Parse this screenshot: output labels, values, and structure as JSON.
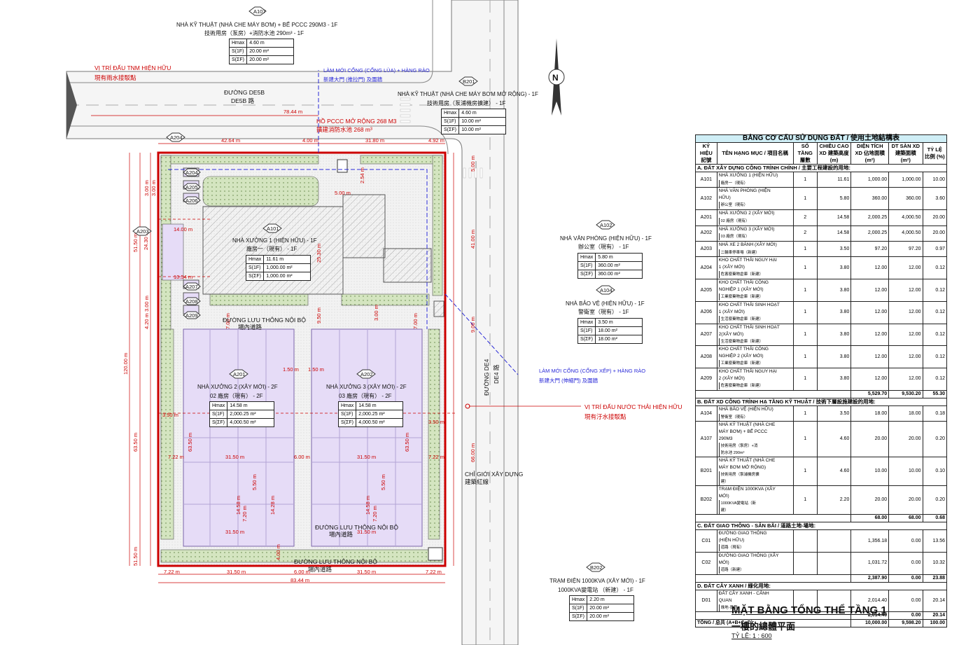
{
  "roads": {
    "de5b_vi": "ĐƯỜNG DE5B",
    "de5b_cn": "DE5B 路",
    "de4_vi": "ĐƯỜNG DE4",
    "de4_cn": "DE4 路"
  },
  "notes": {
    "tnm_vi": "VỊ TRÍ ĐẤU TNM HIỆN HỮU",
    "tnm_cn": "現有雨水接駁點",
    "gate1_vi": "LÀM MỚI CỔNG (CỔNG LÙA) + HÀNG RÀO",
    "gate1_cn": "新建大門 (推拉門) 及圍牆",
    "pccc_vi": "HỒ PCCC MỞ RỘNG 268 M3",
    "pccc_cn": "擴建消防水池 268 m³",
    "gate2_vi": "LÀM MỚI CỔNG (CỔNG XẾP) + HÀNG RÀO",
    "gate2_cn": "新建大門 (伸縮門) 及圍牆",
    "waste_vi": "VỊ TRÍ ĐẤU NƯỚC THẢI HIỆN HỮU",
    "waste_cn": "現有汙水接駁點",
    "chigioi_vi": "CHỈ GIỚI XÂY DỰNG",
    "chigioi_cn": "建築紅線",
    "luu1_vi": "ĐƯỜNG LƯU THÔNG NỘI BỘ",
    "luu1_cn": "場內道路",
    "luu2_vi": "ĐƯỜNG LƯU THÔNG NỘI BỘ",
    "luu2_cn": "場內道路",
    "luu3_vi": "ĐƯỜNG LƯU THÔNG NỘI BỘ",
    "luu3_cn": "場內道路",
    "north": "N"
  },
  "tags": {
    "a107": "A107",
    "b201": "B201",
    "a204": "A204",
    "a203": "A203",
    "a101": "A101",
    "a102": "A102",
    "a104": "A104",
    "a201": "A201",
    "a202": "A202",
    "b202": "B202",
    "a204b": "A204",
    "a205": "A205",
    "a206": "A206",
    "a207": "A207",
    "a208": "A208",
    "a209": "A209"
  },
  "blocks": {
    "a107": {
      "vi": "NHÀ KỸ THUẬT (NHÀ CHE MÁY BƠM) + BỂ PCCC 290M3 - 1F",
      "cn": "技術用房（泵房）+消防水池 290m³ - 1F",
      "rows": [
        [
          "Hmax",
          "4.60 m"
        ],
        [
          "S(1F)",
          "20.00 m²"
        ],
        [
          "S(ΣF)",
          "20.00 m²"
        ]
      ]
    },
    "b201": {
      "vi": "NHÀ KỸ THUẬT (NHÀ CHE MÁY BƠM MỞ RỘNG) - 1F",
      "cn": "技術用房（泵浦機房擴建） - 1F",
      "rows": [
        [
          "Hmax",
          "4.60 m"
        ],
        [
          "S(1F)",
          "10.00 m²"
        ],
        [
          "S(ΣF)",
          "10.00 m²"
        ]
      ]
    },
    "a101": {
      "vi": "NHÀ XƯỞNG 1 (HIỆN HỮU) - 1F",
      "cn": "廠房一（現有） - 1F",
      "rows": [
        [
          "Hmax",
          "11.61 m"
        ],
        [
          "S(1F)",
          "1,000.00 m²"
        ],
        [
          "S(ΣF)",
          "1,000.00 m²"
        ]
      ]
    },
    "a102": {
      "vi": "NHÀ VĂN PHÒNG (HIỆN HỮU) - 1F",
      "cn": "辦公室（現有） - 1F",
      "rows": [
        [
          "Hmax",
          "5.80 m"
        ],
        [
          "S(1F)",
          "360.00 m²"
        ],
        [
          "S(ΣF)",
          "360.00 m²"
        ]
      ]
    },
    "a104": {
      "vi": "NHÀ BẢO VỆ (HIỆN HỮU) - 1F",
      "cn": "警衛室（現有） - 1F",
      "rows": [
        [
          "Hmax",
          "3.50 m"
        ],
        [
          "S(1F)",
          "18.00 m²"
        ],
        [
          "S(ΣF)",
          "18.00 m²"
        ]
      ]
    },
    "a201": {
      "vi": "NHÀ XƯỞNG 2 (XÂY MỚI) - 2F",
      "cn": "02 廠房（現有） - 2F",
      "rows": [
        [
          "Hmax",
          "14.58 m"
        ],
        [
          "S(1F)",
          "2,000.25 m²"
        ],
        [
          "S(ΣF)",
          "4,000.50 m²"
        ]
      ]
    },
    "a202": {
      "vi": "NHÀ XƯỞNG 3 (XÂY MỚI) - 2F",
      "cn": "03 廠房（現有） - 2F",
      "rows": [
        [
          "Hmax",
          "14.58 m"
        ],
        [
          "S(1F)",
          "2,000.25 m²"
        ],
        [
          "S(ΣF)",
          "4,000.50 m²"
        ]
      ]
    },
    "b202": {
      "vi": "TRẠM ĐIỆN 1000KVA (XÂY MỚI) - 1F",
      "cn": "1000KVA變電站 （新建） - 1F",
      "rows": [
        [
          "Hmax",
          "2.20 m"
        ],
        [
          "S(1F)",
          "20.00 m²"
        ],
        [
          "S(ΣF)",
          "20.00 m²"
        ]
      ]
    }
  },
  "dims": {
    "d7844": "78.44 m",
    "d4264": "42.64 m",
    "d400": "4.00 m",
    "d3180": "31.80 m",
    "d492": "4.92 m",
    "d500r": "5.00 m",
    "d500a": "5.00 m",
    "d4100": "41.00 m",
    "d2530": "25.30 m",
    "d900": "9.00 m",
    "d6600": "66.00 m",
    "d12000": "120.00 m",
    "d5150a": "51.50 m",
    "d2430": "24.30 m",
    "d6350": "63.50 m",
    "d5150b": "51.50 m",
    "d6350a": "63.50 m",
    "d6350b": "63.50 m",
    "d3150a": "31.50 m",
    "d600a": "6.00 m",
    "d3150b": "31.50 m",
    "d722a": "7.22 m",
    "d3150c": "31.50 m",
    "d3150d": "31.50 m",
    "d722b": "7.22 m",
    "d722c": "7.22 m",
    "d3150e": "31.50 m",
    "d600b": "6.00 m",
    "d3150f": "31.50 m",
    "d722d": "7.22 m",
    "d8344": "83.44 m",
    "d1458a": "14.58 m",
    "d1458b": "14.58 m",
    "d1428": "14.28 m",
    "d550a": "5.50 m",
    "d720a": "7.20 m",
    "d720b": "7.20 m",
    "d550b": "5.50 m",
    "d150a": "1.50 m",
    "d150b": "1.50 m",
    "d350a": "3.50 m",
    "d350b": "3.50 m",
    "d700a": "7.00 m",
    "d700b": "7.00 m",
    "d1400": "14.00 m",
    "d1054": "10.54 m",
    "d950": "9.50 m",
    "d300a": "3.00 m",
    "d300b": "3.00 m",
    "d300c": "3.00 m",
    "d420": "4.20 m",
    "d300d": "3.00 m",
    "d254": "2.54 m",
    "d400b": "4.00 m"
  },
  "land_table": {
    "title": "BẢNG CƠ CẤU SỬ DỤNG ĐẤT / 使用土地結構表",
    "headers": [
      "KÝ HIỆU 記號",
      "TÊN HẠNG MỤC / 項目名稱",
      "SỐ TẦNG 層數",
      "CHIỀU CAO XD 建築高度 (m)",
      "DIỆN TÍCH XD 佔地面積 (m²)",
      "DT SÀN XD 建築面積 (m²)",
      "TỶ LỆ 比例 (%)"
    ],
    "sections": [
      {
        "title": "A. ĐẤT XÂY DỰNG CÔNG TRÌNH CHÍNH / 主要工程建設的用地:",
        "rows": [
          [
            "A101",
            "NHÀ XƯỞNG 1 (HIỆN HỮU)",
            "廠房一（現有）",
            "1",
            "11.61",
            "1,000.00",
            "1,000.00",
            "10.00"
          ],
          [
            "A102",
            "NHÀ VĂN PHÒNG (HIỆN HỮU)",
            "辦公室（現有）",
            "1",
            "5.80",
            "360.00",
            "360.00",
            "3.60"
          ],
          [
            "A201",
            "NHÀ XƯỞNG 2 (XÂY MỚI)",
            "02 廠房（現有）",
            "2",
            "14.58",
            "2,000.25",
            "4,000.50",
            "20.00"
          ],
          [
            "A202",
            "NHÀ XƯỞNG 3 (XÂY MỚI)",
            "03 廠房（現有）",
            "2",
            "14.58",
            "2,000.25",
            "4,000.50",
            "20.00"
          ],
          [
            "A203",
            "NHÀ XE 2 BÁNH (XÂY MỚI)",
            "二輪車停車場（新建）",
            "1",
            "3.50",
            "97.20",
            "97.20",
            "0.97"
          ],
          [
            "A204",
            "KHO CHẤT THẢI NGUY HẠI 1 (XÂY MỚI)",
            "危害廢棄物倉庫（新建）",
            "1",
            "3.80",
            "12.00",
            "12.00",
            "0.12"
          ],
          [
            "A205",
            "KHO CHẤT THẢI CÔNG NGHIỆP 1 (XÂY MỚI)",
            "工業廢棄物倉庫（新建）",
            "1",
            "3.80",
            "12.00",
            "12.00",
            "0.12"
          ],
          [
            "A206",
            "KHO CHẤT THẢI SINH HOẠT 1 (XÂY MỚI)",
            "生活廢棄物倉庫（新建）",
            "1",
            "3.80",
            "12.00",
            "12.00",
            "0.12"
          ],
          [
            "A207",
            "KHO CHẤT THẢI SINH HOẠT 2(XÂY MỚI)",
            "生活廢棄物倉庫（新建）",
            "1",
            "3.80",
            "12.00",
            "12.00",
            "0.12"
          ],
          [
            "A208",
            "KHO CHẤT THẢI CÔNG NGHIỆP 2 (XÂY MỚI)",
            "工業廢棄物倉庫（新建）",
            "1",
            "3.80",
            "12.00",
            "12.00",
            "0.12"
          ],
          [
            "A209",
            "KHO CHẤT THẢI NGUY HẠI 2 (XÂY MỚI)",
            "危害廢棄物倉庫（新建）",
            "1",
            "3.80",
            "12.00",
            "12.00",
            "0.12"
          ]
        ],
        "total": [
          "5,529.70",
          "9,530.20",
          "55.30"
        ]
      },
      {
        "title": "B. ĐẤT XD CÔNG TRÌNH HẠ TẦNG KỸ THUẬT / 技術下層設施建設的用地:",
        "rows": [
          [
            "A104",
            "NHÀ BẢO VỆ (HIỆN HỮU)",
            "警衛室（現有）",
            "1",
            "3.50",
            "18.00",
            "18.00",
            "0.18"
          ],
          [
            "A107",
            "NHÀ KỸ THUẬT (NHÀ CHE MÁY BƠM) + BỂ PCCC 290M3",
            "技術用房（泵房）+消防水池 290m³",
            "1",
            "4.60",
            "20.00",
            "20.00",
            "0.20"
          ],
          [
            "B201",
            "NHÀ KỸ THUẬT (NHÀ CHE MÁY BƠM MỞ RỘNG)",
            "技術用房（泵浦機房擴建）",
            "1",
            "4.60",
            "10.00",
            "10.00",
            "0.10"
          ],
          [
            "B202",
            "TRẠM ĐIỆN 1000KVA (XÂY MỚI)",
            "1000KVA變電站（新建）",
            "1",
            "2.20",
            "20.00",
            "20.00",
            "0.20"
          ]
        ],
        "total": [
          "68.00",
          "68.00",
          "0.68"
        ]
      },
      {
        "title": "C. ĐẤT GIAO THÔNG - SÂN BÃI / 道路土地-場地:",
        "rows": [
          [
            "C01",
            "ĐƯỜNG GIAO THÔNG (HIỆN HỮU)",
            "道路（現有）",
            "",
            "",
            "1,356.18",
            "0.00",
            "13.56"
          ],
          [
            "C02",
            "ĐƯỜNG GIAO THÔNG (XÂY MỚI)",
            "道路（新建）",
            "",
            "",
            "1,031.72",
            "0.00",
            "10.32"
          ]
        ],
        "total": [
          "2,387.90",
          "0.00",
          "23.88"
        ]
      },
      {
        "title": "D. ĐẤT CÂY XANH / 綠化用地:",
        "rows": [
          [
            "D01",
            "ĐẤT CÂY XANH - CẢNH QUAN",
            "綠地-景觀",
            "",
            "",
            "2,014.40",
            "0.00",
            "20.14"
          ]
        ],
        "total": [
          "2,014.40",
          "0.00",
          "20.14"
        ]
      }
    ],
    "grand_label": "TỔNG / 总共 (A+B+C+D):",
    "grand": [
      "10,000.00",
      "9,598.20",
      "100.00"
    ]
  },
  "title_block": {
    "vi": "MẶT BẰNG TỔNG THỂ TẦNG 1",
    "cn": "一樓的總體平面",
    "scale": "TỶ LỆ: 1 : 600"
  }
}
